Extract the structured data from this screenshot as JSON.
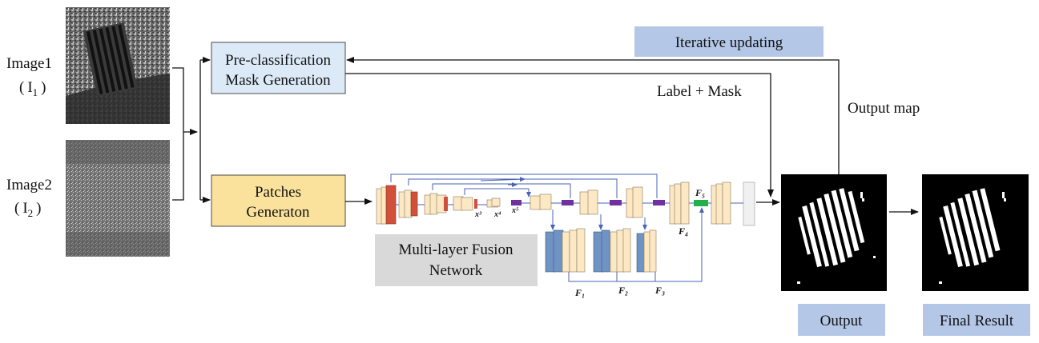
{
  "inputs": {
    "image1": {
      "label": "Image1",
      "symbol": "I",
      "sub": "1"
    },
    "image2": {
      "label": "Image2",
      "symbol": "I",
      "sub": "2"
    }
  },
  "boxes": {
    "preclass_line1": "Pre-classification",
    "preclass_line2": "Mask Generation",
    "patches_line1": "Patches",
    "patches_line2": "Generaton",
    "network_line1": "Multi-layer Fusion",
    "network_line2": "Network",
    "iterative": "Iterative updating",
    "output": "Output",
    "final": "Final Result"
  },
  "labels": {
    "label_mask": "Label + Mask",
    "output_map": "Output map"
  },
  "network": {
    "skip_labels": [
      "x³",
      "x⁴",
      "x⁵"
    ],
    "fusion_labels": [
      "F₁",
      "F₂",
      "F₃",
      "F₄",
      "F₅"
    ]
  },
  "colors": {
    "preclass_fill": "#dce9f6",
    "patches_fill": "#fbe29c",
    "network_fill": "#d9d9d9",
    "label_fill": "#b4c7e7",
    "feature_fill": "#fde8c4",
    "feature_red": "#d2503a",
    "feature_blue": "#6f93c2",
    "pool_purple": "#7030a0",
    "fuse_green": "#22b04a",
    "arrow_blue": "#4a63b5"
  }
}
